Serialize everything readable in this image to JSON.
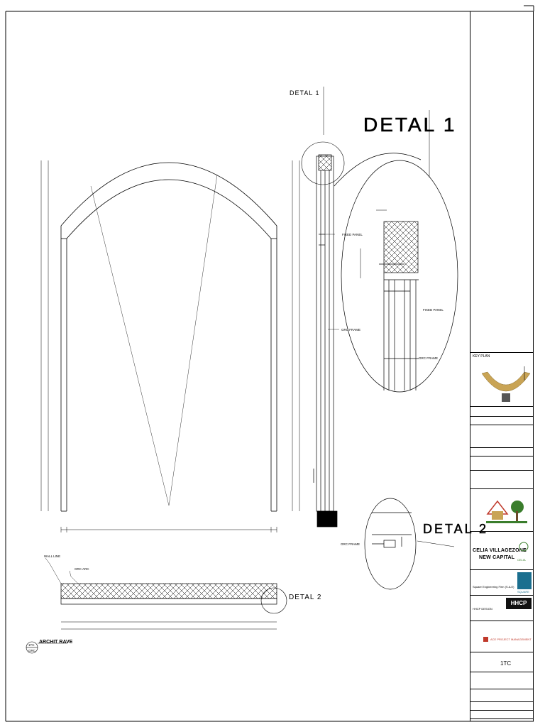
{
  "drawing": {
    "detail_title": "DETAL 1",
    "detail_callout_1": "DETAL 1",
    "detail_callout_2": "DETAL 2",
    "detail_title_2": "DETAL 2",
    "label_fixed_panel": "FIXED PANEL",
    "label_fixed_panel_2": "FIXED PANEL",
    "label_grc_frame": "GRC FRAME",
    "label_grc_frame_2": "GRC FRAME",
    "label_grc_frame_3": "GRC FRAME",
    "label_wall_line": "WALL LINE",
    "label_grc_arc": "GRC ARC",
    "title_archit": "ARCHIT RAVE",
    "tag_top": "1TC",
    "tag_bottom": "GRC"
  },
  "title_block": {
    "project_name_line1": "CELIA VILLAGEZONE",
    "project_name_line2": "NEW CAPITAL",
    "celia_logo_text": "CELIA",
    "consultant": "Square Engineering Firm (S.A.E)",
    "square_logo": "SQUARE",
    "design_firm": "HHCP DESIGN",
    "hhcp_logo": "HHCP",
    "pm_firm": "ACE PROJECT MANAGEMENT",
    "drawing_no": "1TC",
    "key_plan_label": "KEY PLAN"
  },
  "colors": {
    "line": "#000000",
    "hatch": "#000000",
    "logo_gold": "#c9a455",
    "logo_green": "#3a7d2c",
    "logo_red": "#c0392b",
    "square_blue": "#1b6f8f",
    "hhcp_bg": "#111111"
  }
}
